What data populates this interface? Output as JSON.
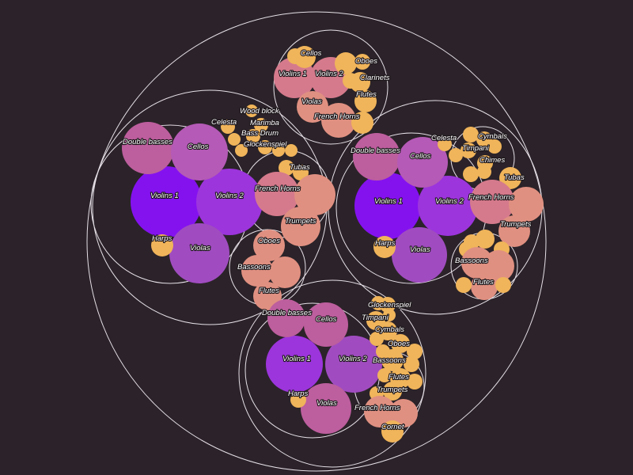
{
  "diagram": {
    "type": "circle-packing",
    "labels": {
      "double_basses": "Double basses",
      "cellos": "Cellos",
      "violins_1": "Violins 1",
      "violins_2": "Violins 2",
      "violas": "Violas",
      "harps": "Harps",
      "wood_block": "Wood block",
      "marimba": "Marimba",
      "celesta": "Celesta",
      "bass_drum": "Bass Drum",
      "glockenspiel": "Glockenspiel",
      "tubas": "Tubas",
      "french_horns": "French Horns",
      "trumpets": "Trumpets",
      "oboes": "Oboes",
      "bassoons": "Bassoons",
      "flutes": "Flutes",
      "clarinets": "Clarinets",
      "timpani": "Timpani",
      "cymbals": "Cymbals",
      "chimes": "Chimes",
      "cornet": "Cornet"
    },
    "colors": {
      "background": "#2b2329",
      "ring": "#e6e0e6",
      "violins_1": "#8412ef",
      "violins_2": "#9c35dc",
      "violas": "#a04cc0",
      "cellos": "#b55ab6",
      "double_basses": "#bd5e9e",
      "strings_small": "#d57a8c",
      "brass": "#e09081",
      "woodwind": "#e79c6c",
      "percussion": "#f0b45a"
    }
  }
}
